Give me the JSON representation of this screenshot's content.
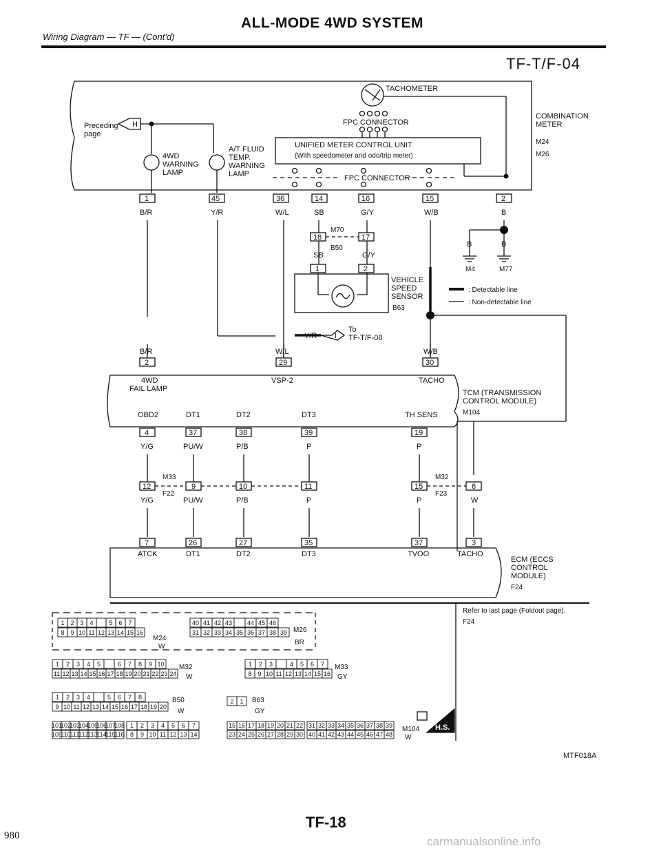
{
  "header": {
    "title": "ALL-MODE 4WD SYSTEM",
    "subtitle": "Wiring Diagram — TF — (Cont'd)",
    "diagram_id": "TF-T/F-04"
  },
  "footer": {
    "page_number": "TF-18",
    "corner_number": "980",
    "figure_code": "MTF018A",
    "watermark": "carmanualsonline.info"
  },
  "components": {
    "tachometer": "TACHOMETER",
    "fpc_connector_top": "FPC CONNECTOR",
    "fpc_connector_bottom": "FPC CONNECTOR",
    "unified_meter_title": "UNIFIED METER CONTROL UNIT",
    "unified_meter_sub": "(With speedometer and odo/trip meter)",
    "combination_meter_1": "COMBINATION",
    "combination_meter_2": "METER",
    "preceding_1": "Preceding",
    "preceding_2": "page",
    "preceding_tag": "H",
    "lamp_4wd": [
      "4WD",
      "WARNING",
      "LAMP"
    ],
    "lamp_atf": [
      "A/T FLUID",
      "TEMP.",
      "WARNING",
      "LAMP"
    ],
    "vss": [
      "VEHICLE",
      "SPEED",
      "SENSOR"
    ],
    "to_tag": "I",
    "to_1": "To",
    "to_2": "TF-T/F-08",
    "tcm": [
      "TCM (TRANSMISSION",
      "CONTROL MODULE)"
    ],
    "ecm": [
      "ECM (ECCS",
      "CONTROL",
      "MODULE)"
    ]
  },
  "connectors": {
    "m24": "M24",
    "m26": "M26",
    "m70": "M70",
    "b50": "B50",
    "m4": "M4",
    "m77": "M77",
    "b63": "B63",
    "m104": "M104",
    "m33": "M33",
    "m32": "M32",
    "f22": "F22",
    "f23": "F23",
    "f24": "F24"
  },
  "pins_row1": [
    "1",
    "45",
    "36",
    "14",
    "16",
    "15",
    "2"
  ],
  "wires_row1": [
    "B/R",
    "Y/R",
    "W/L",
    "SB",
    "G/Y",
    "W/B",
    "B"
  ],
  "pins_mid": [
    "18",
    "17",
    "1",
    "2"
  ],
  "wires_mid": [
    "SB",
    "G/Y"
  ],
  "ground_wires": [
    "B",
    "B"
  ],
  "tcm_top_pins": [
    "2",
    "29",
    "30"
  ],
  "tcm_top_wires": [
    "B/R",
    "W/L",
    "W/B",
    "Y/R"
  ],
  "tcm_top_labels": [
    "4WD",
    "FAIL LAMP",
    "VSP-2",
    "TACHO"
  ],
  "tcm_bottom_labels": [
    "OBD2",
    "DT1",
    "DT2",
    "DT3",
    "TH SENS"
  ],
  "tcm_bottom_pins": [
    "4",
    "37",
    "38",
    "39",
    "19"
  ],
  "wires_row3": [
    "Y/G",
    "PU/W",
    "P/B",
    "P",
    "P"
  ],
  "pins_row4": [
    "12",
    "9",
    "10",
    "11",
    "15",
    "6"
  ],
  "wires_row4": [
    "Y/G",
    "PU/W",
    "P/B",
    "P",
    "P",
    "W"
  ],
  "ecm_pins": [
    "7",
    "26",
    "27",
    "35",
    "37",
    "3"
  ],
  "ecm_labels": [
    "ATCK",
    "DT1",
    "DT2",
    "DT3",
    "TVOO",
    "TACHO"
  ],
  "legend": {
    "detectable": ": Detectable line",
    "non_detectable": ": Non-detectable line"
  },
  "refer_note": "Refer to last page (Foldout page).",
  "refer_connector": "F24",
  "connector_faces": {
    "m24": {
      "top": [
        "1",
        "2",
        "3",
        "4",
        "",
        "5",
        "6",
        "7"
      ],
      "bottom": [
        "8",
        "9",
        "10",
        "11",
        "12",
        "13",
        "14",
        "15",
        "16"
      ],
      "color": "W"
    },
    "m26": {
      "top": [
        "40",
        "41",
        "42",
        "43",
        "",
        "44",
        "45",
        "46"
      ],
      "bottom": [
        "31",
        "32",
        "33",
        "34",
        "35",
        "36",
        "37",
        "38",
        "39"
      ],
      "color": "BR"
    },
    "m32": {
      "top": [
        "1",
        "2",
        "3",
        "4",
        "5",
        "",
        "6",
        "7",
        "8",
        "9",
        "10"
      ],
      "bottom": [
        "11",
        "12",
        "13",
        "14",
        "15",
        "16",
        "17",
        "18",
        "19",
        "20",
        "21",
        "22",
        "23",
        "24"
      ],
      "color": "W"
    },
    "m33": {
      "top": [
        "1",
        "2",
        "3",
        "",
        "4",
        "5",
        "6",
        "7"
      ],
      "bottom": [
        "8",
        "9",
        "10",
        "11",
        "12",
        "13",
        "14",
        "15",
        "16"
      ],
      "color": "GY"
    },
    "b50": {
      "top": [
        "1",
        "2",
        "3",
        "4",
        "",
        "5",
        "6",
        "7",
        "8"
      ],
      "bottom": [
        "9",
        "10",
        "11",
        "12",
        "13",
        "14",
        "15",
        "16",
        "17",
        "18",
        "19",
        "20"
      ],
      "color": "W"
    },
    "b63": {
      "pins": [
        "2",
        "1"
      ],
      "color": "GY"
    },
    "m104": {
      "a_top": [
        "101",
        "102",
        "103",
        "104",
        "105",
        "106",
        "107",
        "108"
      ],
      "a_bottom": [
        "109",
        "110",
        "111",
        "112",
        "113",
        "114",
        "115",
        "116"
      ],
      "b_top": [
        "1",
        "2",
        "3",
        "4",
        "5",
        "6",
        "7"
      ],
      "b_bottom": [
        "8",
        "9",
        "10",
        "11",
        "12",
        "13",
        "14"
      ],
      "c_top": [
        "15",
        "16",
        "17",
        "18",
        "19",
        "20",
        "21",
        "22"
      ],
      "c_bottom": [
        "23",
        "24",
        "25",
        "26",
        "27",
        "28",
        "29",
        "30"
      ],
      "d_top": [
        "31",
        "32",
        "33",
        "34",
        "35",
        "36",
        "37",
        "38",
        "39"
      ],
      "d_bottom": [
        "40",
        "41",
        "42",
        "43",
        "44",
        "45",
        "46",
        "47",
        "48"
      ],
      "color": "W",
      "hs": "H.S."
    }
  }
}
